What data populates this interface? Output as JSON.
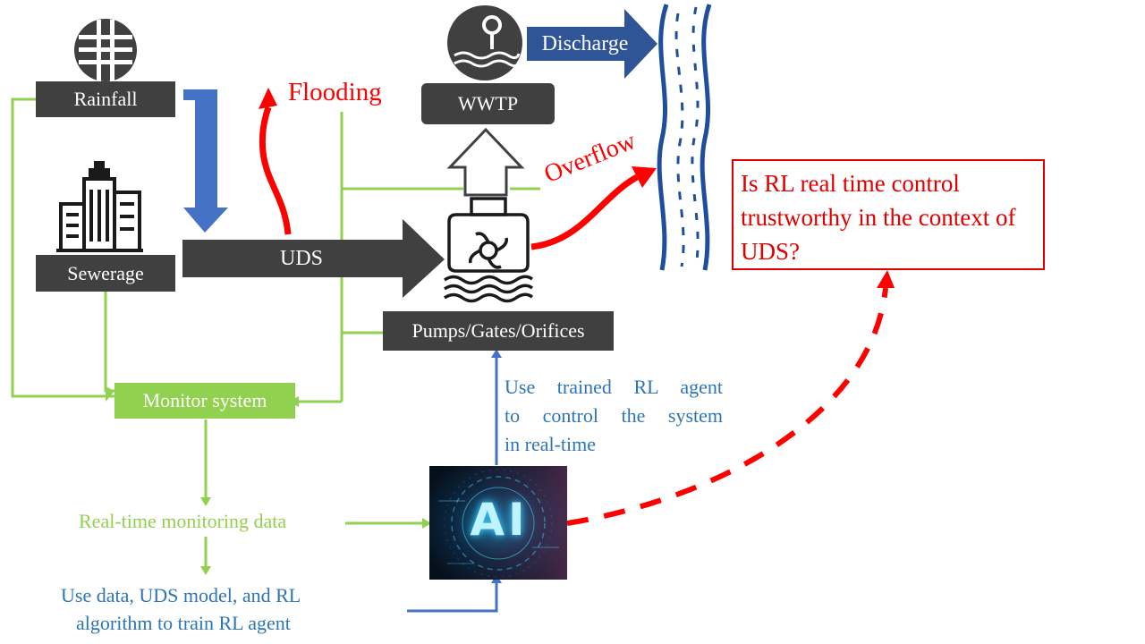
{
  "nodes": {
    "rainfall": "Rainfall",
    "sewerage": "Sewerage",
    "uds": "UDS",
    "pumps": "Pumps/Gates/Orifices",
    "wwtp": "WWTP",
    "monitor": "Monitor system"
  },
  "flows": {
    "flooding": "Flooding",
    "overflow": "Overflow",
    "discharge": "Discharge"
  },
  "steps": {
    "monitoring_data": "Real-time monitoring data",
    "train_line1": "Use data, UDS model, and RL",
    "train_line2": "algorithm to train RL agent",
    "control_line1": "Use trained RL agent",
    "control_line2": "to control the system",
    "control_line3": "in real-time"
  },
  "ai_badge": "AI",
  "question": "Is RL real time control trustworthy in the context of UDS?",
  "colors": {
    "dark_box": "#404040",
    "blue_arrow": "#4472c4",
    "green": "#92d050",
    "red": "#ff0000",
    "river_blue": "#1f4e9e",
    "text_blue": "#2e75b6"
  }
}
